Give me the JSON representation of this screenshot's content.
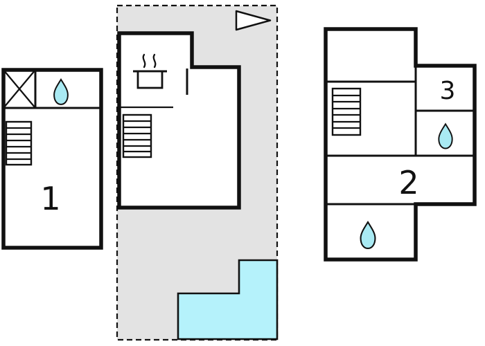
{
  "palette": {
    "background": "#ffffff",
    "wall": "#111111",
    "shaded_area": "#e3e3e3",
    "water_drop": "#a9eaf3",
    "pool": "#b5f2fb"
  },
  "rooms": {
    "room1": {
      "label": "1"
    },
    "room2": {
      "label": "2"
    },
    "room3": {
      "label": "3"
    }
  },
  "icons": {
    "north_arrow": "direction-arrow-icon",
    "stove": "stove-pot-with-steam-icon",
    "window": "window-x-icon",
    "stairs": [
      "left-unit-stairs",
      "middle-unit-stairs",
      "right-unit-stairs"
    ],
    "water_drops": [
      "left-unit-bathroom",
      "right-unit-upper-bathroom",
      "right-unit-lower-bathroom"
    ]
  }
}
